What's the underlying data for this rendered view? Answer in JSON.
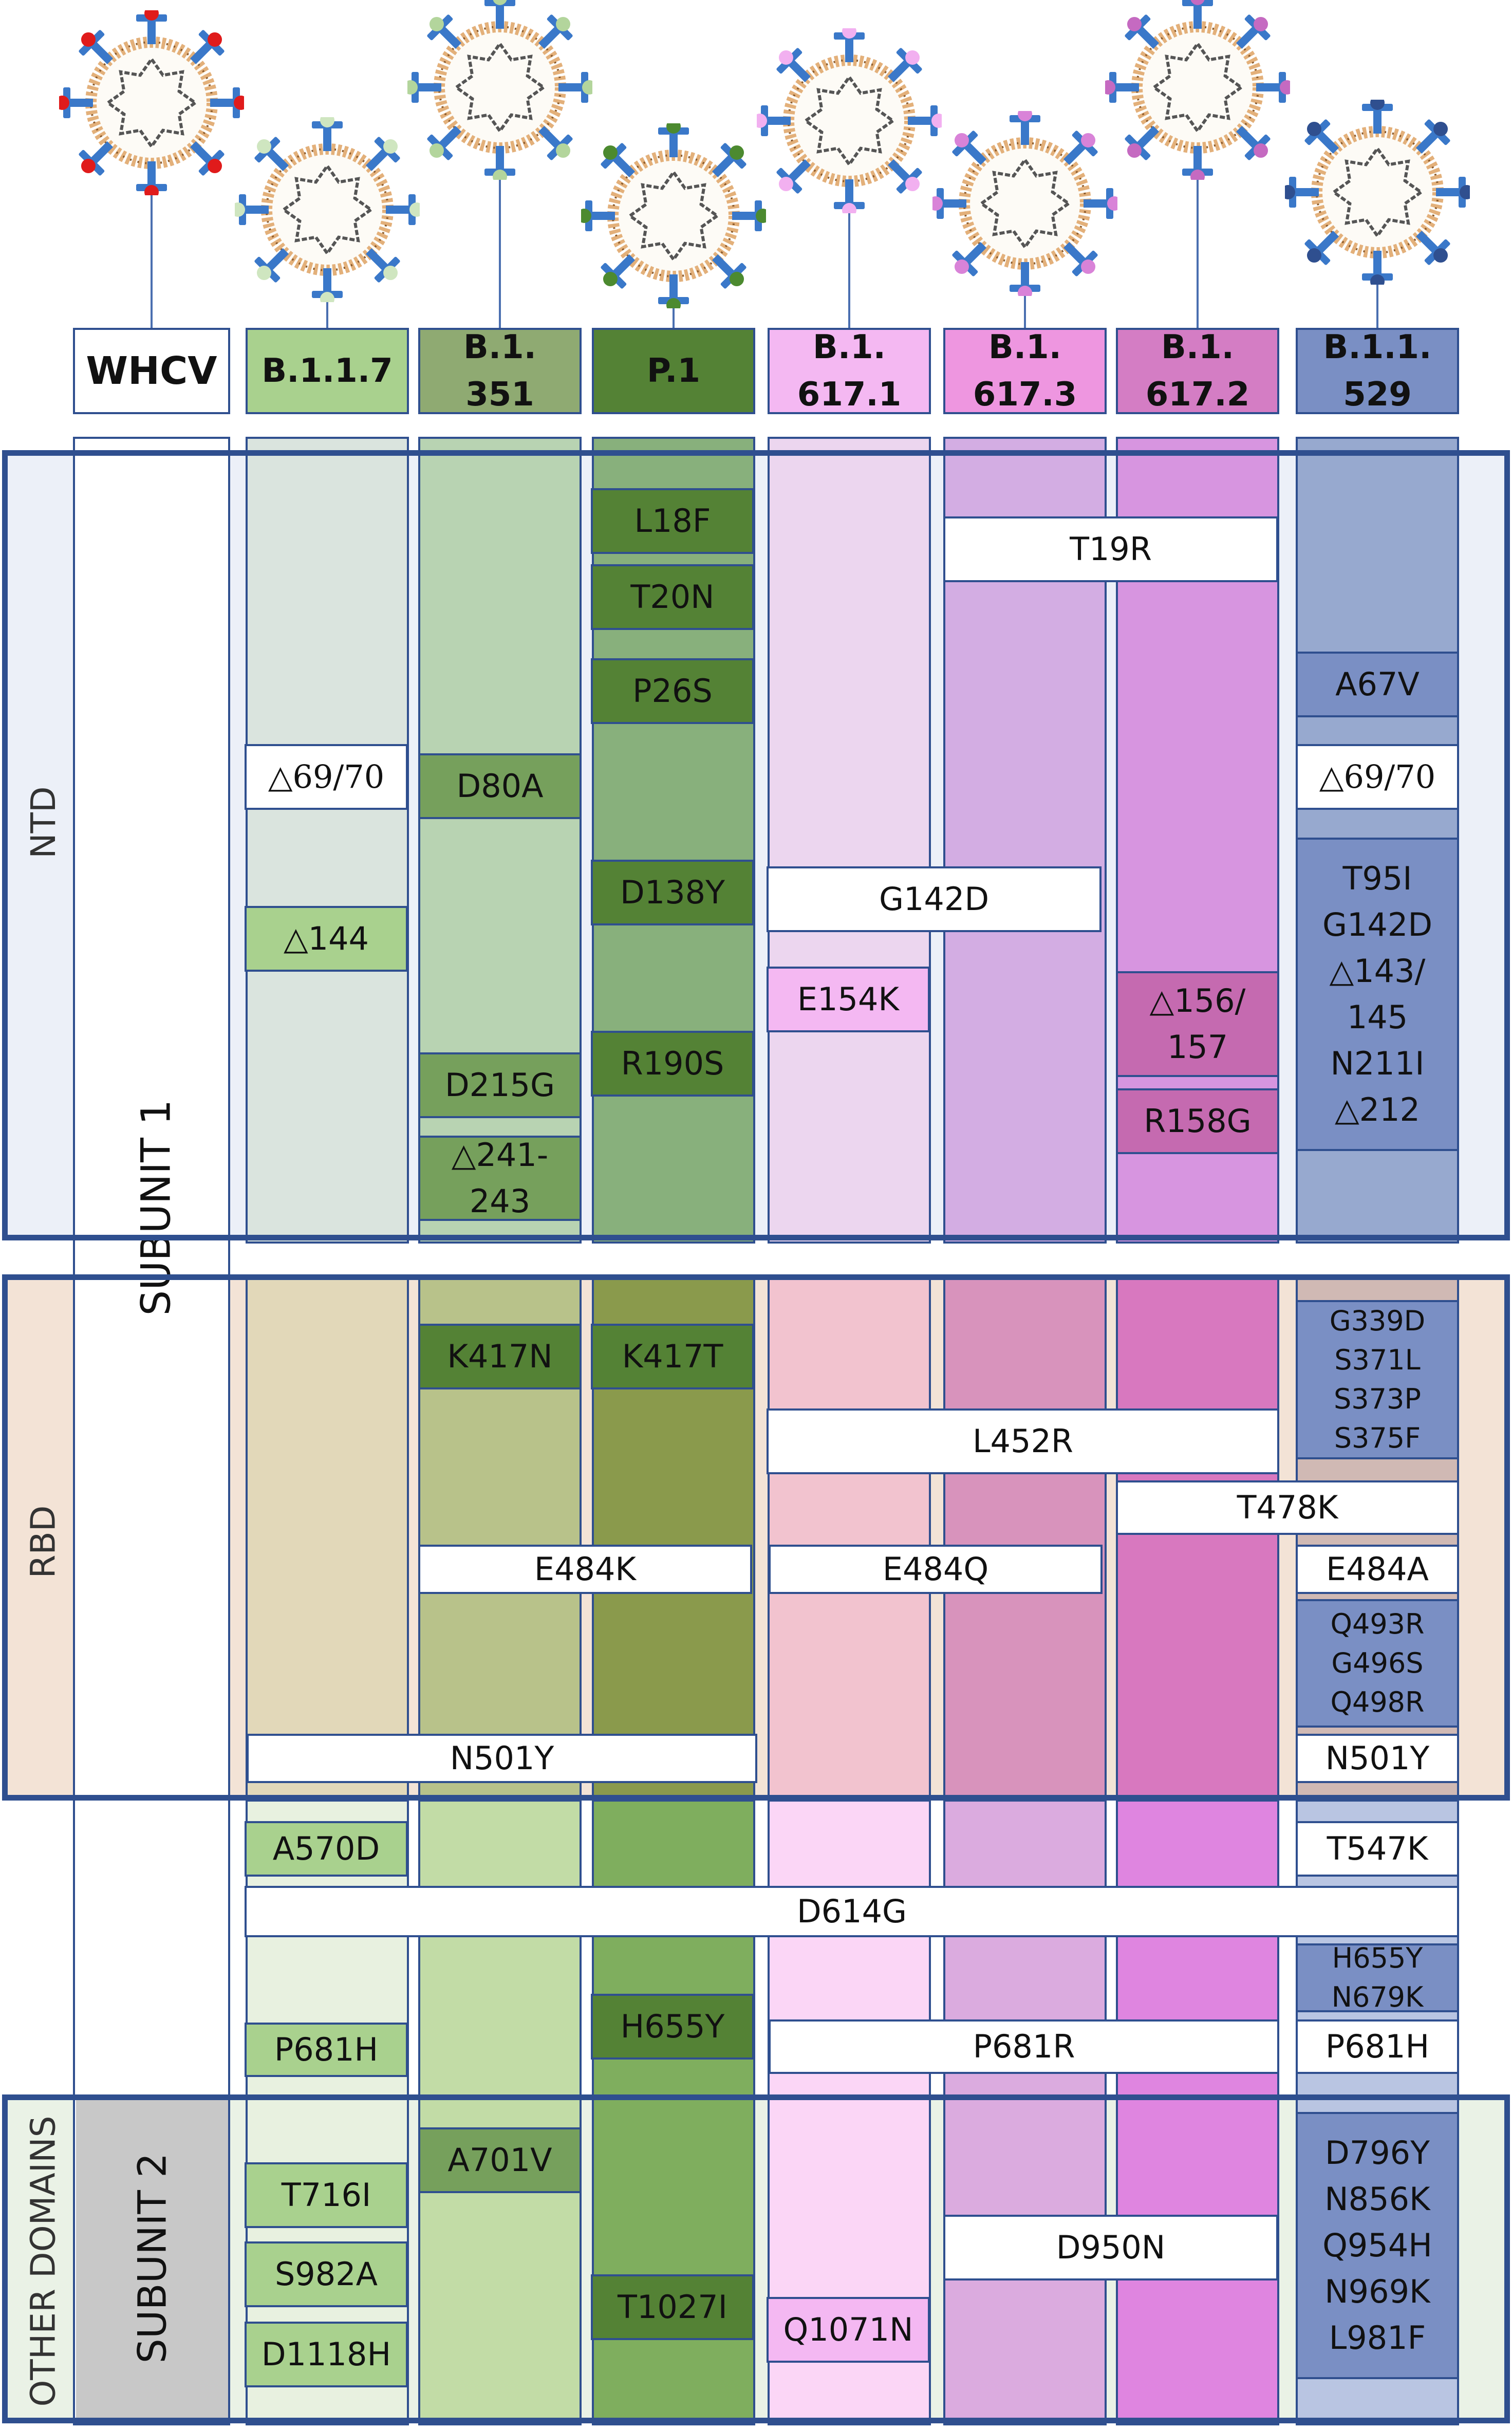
{
  "variants": [
    {
      "label": "WHCV",
      "color": "#ffffff",
      "spike": "#e01b1b"
    },
    {
      "label": "B.1.1.7",
      "color": "#a9d18e",
      "spike": "#cfe6c0"
    },
    {
      "label": "B.1.\n351",
      "color": "#8faa72",
      "spike": "#b3d59c"
    },
    {
      "label": "P.1",
      "color": "#548235",
      "spike": "#4c8a2f"
    },
    {
      "label": "B.1.\n617.1",
      "color": "#f4b8f2",
      "spike": "#f2b0f0"
    },
    {
      "label": "B.1.\n617.3",
      "color": "#ee96e0",
      "spike": "#d983d8"
    },
    {
      "label": "B.1.\n617.2",
      "color": "#d47dc4",
      "spike": "#c56ac1"
    },
    {
      "label": "B.1.1.\n529",
      "color": "#7a8fc4",
      "spike": "#2f4f8f"
    }
  ],
  "domains": {
    "ntd": "NTD",
    "rbd": "RBD",
    "other": "OTHER DOMAINS",
    "subunit1": "SUBUNIT 1",
    "subunit2": "SUBUNIT 2"
  },
  "mutations": [
    {
      "text": "L18F"
    },
    {
      "text": "T20N"
    },
    {
      "text": "T19R"
    },
    {
      "text": "P26S"
    },
    {
      "text": "A67V"
    },
    {
      "text": "△69/70"
    },
    {
      "text": "D80A"
    },
    {
      "text": "△69/70"
    },
    {
      "text": "D138Y"
    },
    {
      "text": "G142D"
    },
    {
      "text": "T95I\nG142D\n△143/\n145\nN211I\n△212"
    },
    {
      "text": "△144"
    },
    {
      "text": "E154K"
    },
    {
      "text": "△156/\n157"
    },
    {
      "text": "D215G"
    },
    {
      "text": "R190S"
    },
    {
      "text": "R158G"
    },
    {
      "text": "△241-\n243"
    },
    {
      "text": "K417N"
    },
    {
      "text": "K417T"
    },
    {
      "text": "G339D\nS371L\nS373P\nS375F"
    },
    {
      "text": "L452R"
    },
    {
      "text": "T478K"
    },
    {
      "text": "E484K"
    },
    {
      "text": "E484Q"
    },
    {
      "text": "E484A"
    },
    {
      "text": "Q493R\nG496S\nQ498R"
    },
    {
      "text": "N501Y"
    },
    {
      "text": "N501Y"
    },
    {
      "text": "A570D"
    },
    {
      "text": "T547K"
    },
    {
      "text": "D614G"
    },
    {
      "text": "H655Y\nN679K"
    },
    {
      "text": "H655Y"
    },
    {
      "text": "P681H"
    },
    {
      "text": "P681R"
    },
    {
      "text": "P681H"
    },
    {
      "text": "A701V"
    },
    {
      "text": "T716I"
    },
    {
      "text": "D950N"
    },
    {
      "text": "D796Y\nN856K\nQ954H\nN969K\nL981F"
    },
    {
      "text": "S982A"
    },
    {
      "text": "T1027I"
    },
    {
      "text": "Q1071N"
    },
    {
      "text": "D1118H"
    }
  ]
}
